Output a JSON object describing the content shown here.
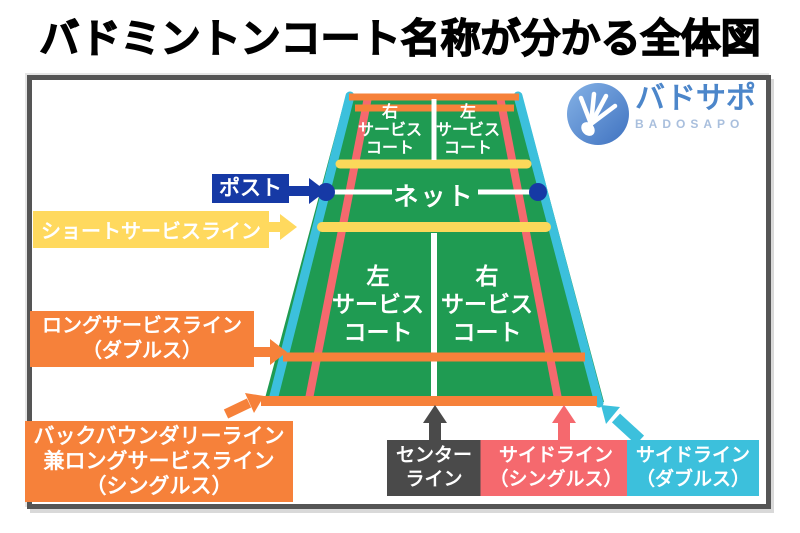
{
  "title": "バドミントンコート名称が分かる全体図",
  "logo": {
    "name": "バドサポ",
    "subname": "BADOSAPO"
  },
  "court": {
    "net": "ネット",
    "top_left": [
      "右",
      "サービス",
      "コート"
    ],
    "top_right": [
      "左",
      "サービス",
      "コート"
    ],
    "bottom_left": [
      "左",
      "サービス",
      "コート"
    ],
    "bottom_right": [
      "右",
      "サービス",
      "コート"
    ]
  },
  "labels": {
    "post": "ポスト",
    "short_service_line": "ショートサービスライン",
    "long_service_line_doubles": [
      "ロングサービスライン",
      "（ダブルス）"
    ],
    "back_boundary_line": [
      "バックバウンダリーライン",
      "兼ロングサービスライン",
      "（シングルス）"
    ],
    "center_line": [
      "センター",
      "ライン"
    ],
    "side_line_singles": [
      "サイドライン",
      "（シングルス）"
    ],
    "side_line_doubles": [
      "サイドライン",
      "（ダブルス）"
    ]
  },
  "colors": {
    "court_green": "#1f9b52",
    "side_line_doubles_cyan": "#3cc0dc",
    "side_line_singles_salmon": "#f5696e",
    "boundary_orange": "#f6813a",
    "short_service_yellow": "#ffd95e",
    "post_navy": "#1639a5",
    "center_line_gray": "#4a4a4a",
    "logo_blue": "#4c86ca"
  }
}
